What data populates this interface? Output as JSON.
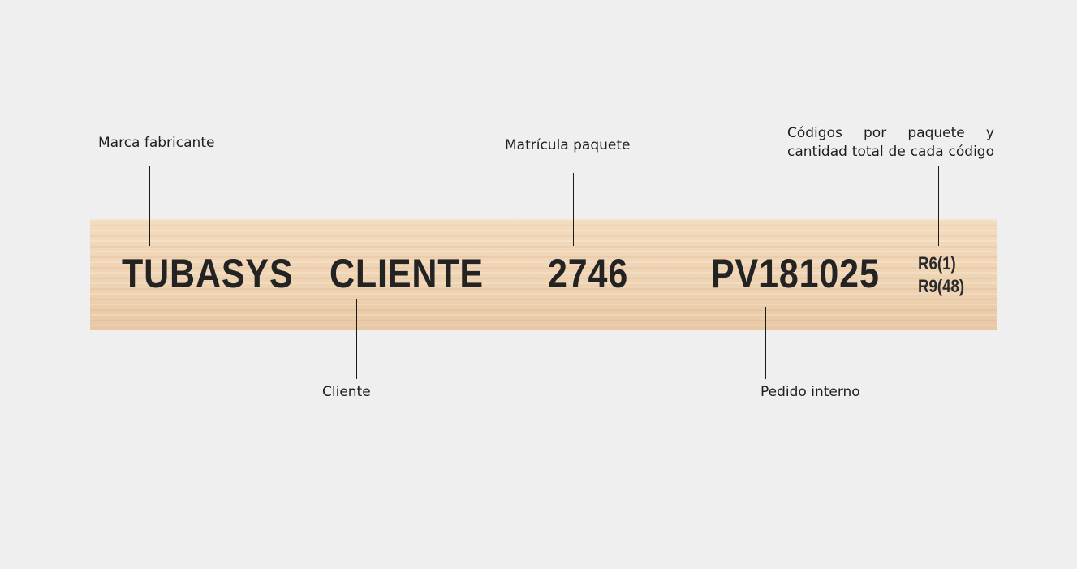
{
  "labels": {
    "brand": "Marca fabricante",
    "package_id": "Matrícula paquete",
    "codes_line1": "Códigos por paquete y",
    "codes_line2": "cantidad total de cada código",
    "client": "Cliente",
    "internal_order": "Pedido interno"
  },
  "strip": {
    "brand": "TUBASYS",
    "client": "CLIENTE",
    "package_id": "2746",
    "internal_order": "PV181025",
    "codes": [
      "R6(1)",
      "R9(48)"
    ]
  }
}
